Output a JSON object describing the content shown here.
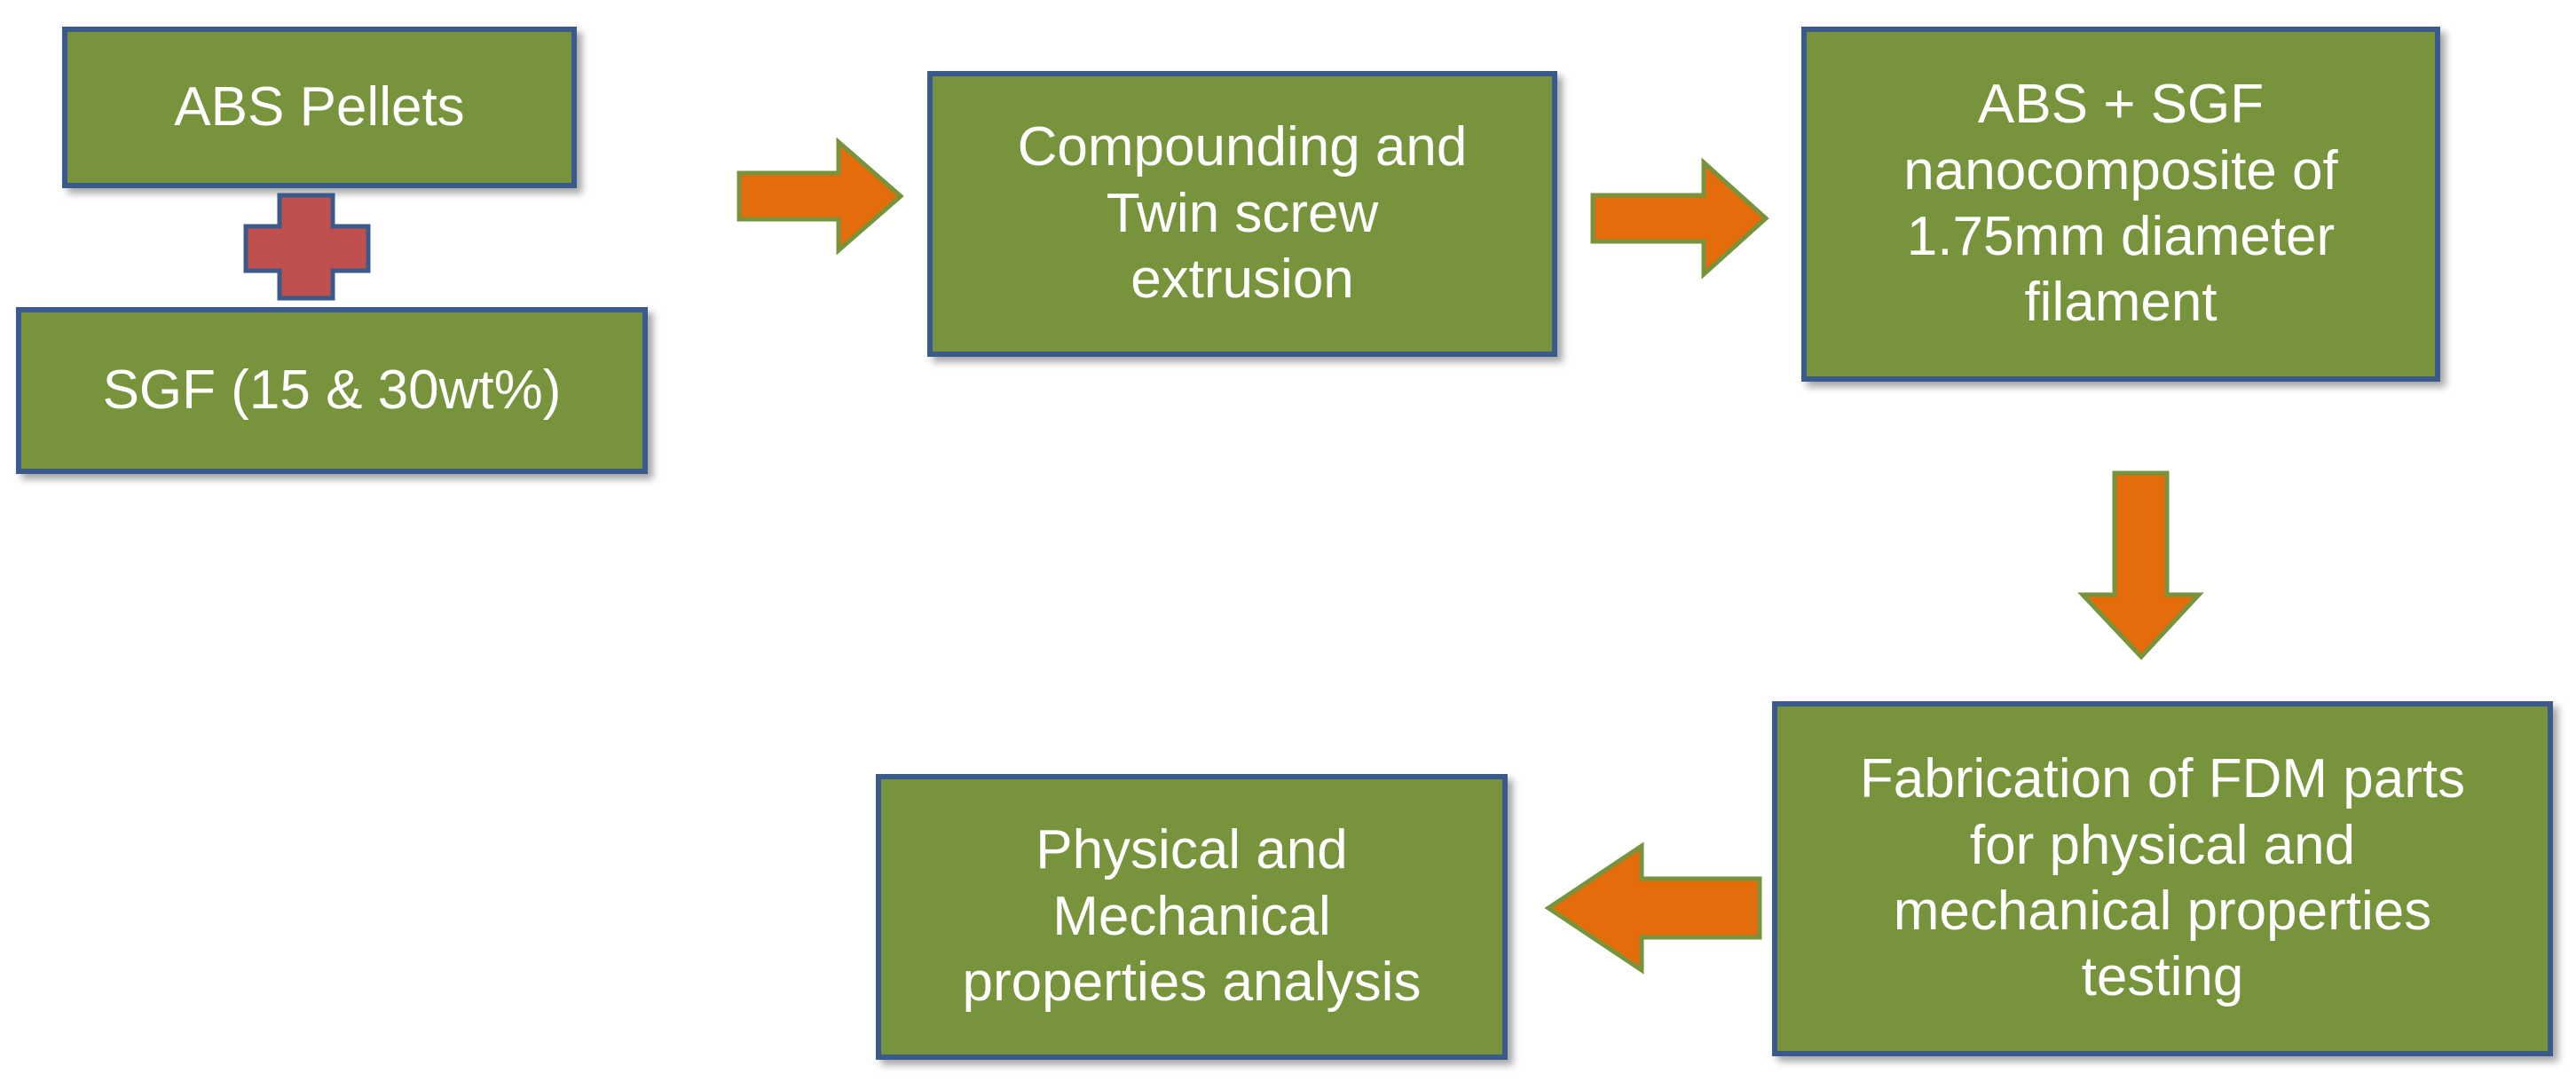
{
  "colors": {
    "box_fill": "#77933c",
    "box_border": "#3a5a8c",
    "box_text": "#ffffff",
    "arrow_fill": "#e46c0a",
    "arrow_border": "#77933c",
    "plus_fill": "#c0504d",
    "plus_border": "#3a5a8c"
  },
  "nodes": {
    "abs_pellets": "ABS Pellets",
    "sgf": "SGF (15 & 30wt%)",
    "compounding": "Compounding and\nTwin screw\nextrusion",
    "filament": "ABS + SGF\nnanocomposite of\n1.75mm diameter\nfilament",
    "fabrication": "Fabrication of FDM parts\nfor physical and\nmechanical properties\ntesting",
    "analysis": "Physical and\nMechanical\nproperties analysis"
  },
  "icons": {
    "plus": "plus-icon",
    "arrow": "block-arrow"
  }
}
